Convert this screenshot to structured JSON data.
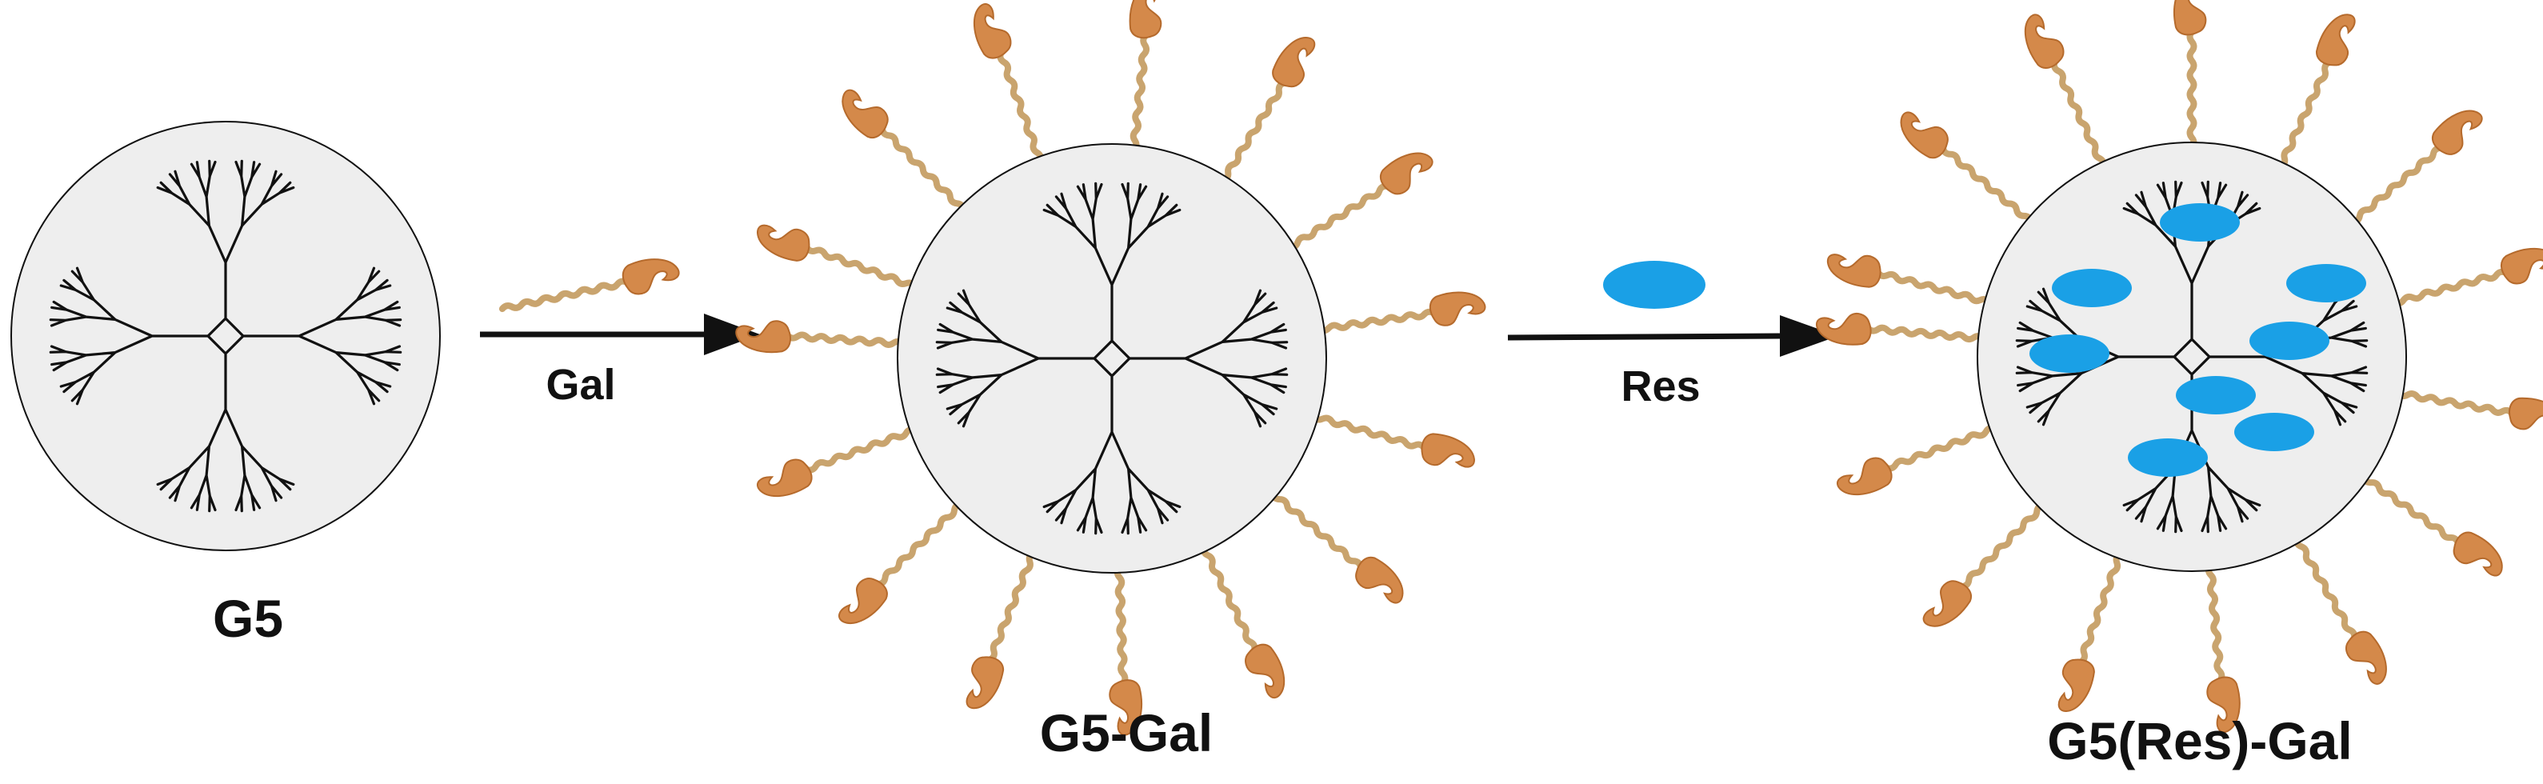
{
  "labels": {
    "g5": "G5",
    "g5_gal": "G5-Gal",
    "g5_res_gal": "G5(Res)-Gal",
    "gal": "Gal",
    "res": "Res"
  },
  "colors": {
    "dendrimer_fill": "#eeeeee",
    "dendrimer_line": "#111111",
    "ligand_head": "#d4894a",
    "ligand_head_dark": "#b56a2c",
    "ligand_chain": "#c9a46e",
    "drug": "#1aa0e6",
    "arrow": "#111111"
  }
}
